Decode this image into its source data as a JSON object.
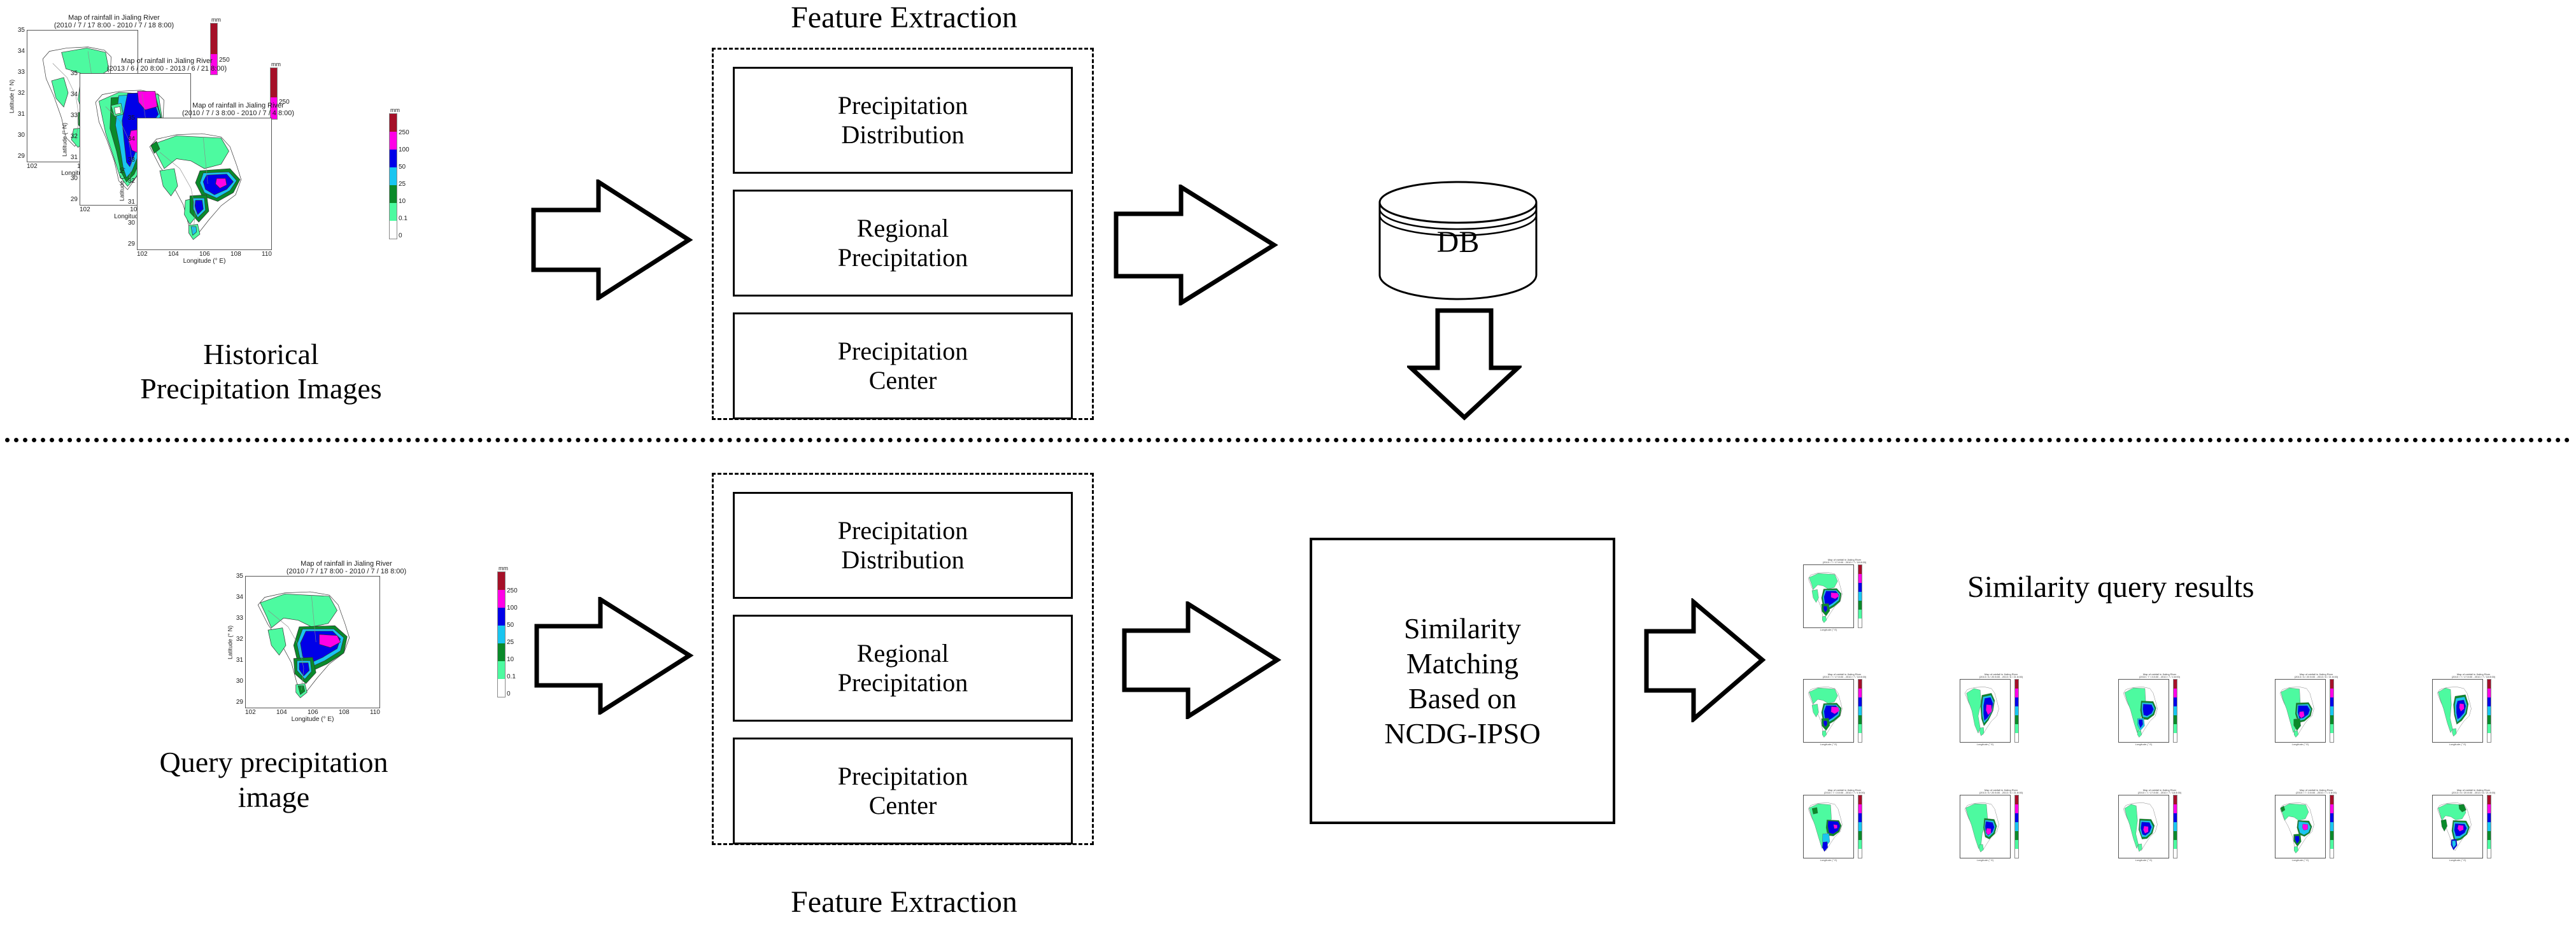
{
  "figure": {
    "title_common": "Map of rainfall in Jialing River",
    "axis": {
      "ylabel": "Latitude (° N)",
      "xlabel": "Longitude (° E)",
      "yticks": [
        "35",
        "34",
        "33",
        "32",
        "31",
        "30",
        "29"
      ],
      "xticks": [
        "102",
        "104",
        "106",
        "108",
        "110"
      ],
      "ylim": [
        29,
        35
      ],
      "xlim": [
        102,
        110
      ]
    },
    "colorbar": {
      "unit": "mm",
      "ticks": [
        "250",
        "100",
        "50",
        "25",
        "10",
        "0.1",
        "0"
      ],
      "colors": [
        "#a51028",
        "#ff00e6",
        "#0000e8",
        "#19c5f0",
        "#0a8a2a",
        "#4dfaa0",
        "#ffffff"
      ]
    }
  },
  "historical": {
    "section_label": "Historical\nPrecipitation Images",
    "section_label_line1": "Historical",
    "section_label_line2": "Precipitation Images",
    "maps": [
      {
        "subtitle": "(2010 / 7 / 17 8:00 - 2010 / 7 / 18 8:00)"
      },
      {
        "subtitle": "(2013 / 6 / 20 8:00 - 2013 / 6 / 21 8:00)"
      },
      {
        "subtitle": "(2010 / 7 / 3 8:00 - 2010 / 7 / 4 8:00)"
      }
    ]
  },
  "query": {
    "label_line1": "Query  precipitation",
    "label_line2": "image",
    "map": {
      "subtitle": "(2010 / 7 / 17 8:00 - 2010 / 7 / 18 8:00)"
    }
  },
  "feature_extraction": {
    "top_label": "Feature Extraction",
    "bottom_label": "Feature Extraction",
    "items": [
      {
        "line1": "Precipitation",
        "line2": "Distribution"
      },
      {
        "line1": "Regional",
        "line2": "Precipitation"
      },
      {
        "line1": "Precipitation",
        "line2": "Center"
      }
    ]
  },
  "database": {
    "label": "DB"
  },
  "matching": {
    "lines": [
      "Similarity",
      "Matching",
      "Based on",
      "NCDG-IPSO"
    ]
  },
  "results": {
    "title": "Similarity query results",
    "count_top": 1,
    "rows": 2,
    "cols": 5
  },
  "icons": {
    "arrow_right": "right-block-arrow",
    "arrow_down": "down-block-arrow",
    "database": "database-cylinder"
  },
  "colors": {
    "stroke": "#000000",
    "map_line": "#555555",
    "band_0": "#ffffff",
    "band_01": "#4dfaa0",
    "band_10": "#0a8a2a",
    "band_25": "#19c5f0",
    "band_50": "#0000e8",
    "band_100": "#ff00e6",
    "band_250": "#a51028"
  }
}
